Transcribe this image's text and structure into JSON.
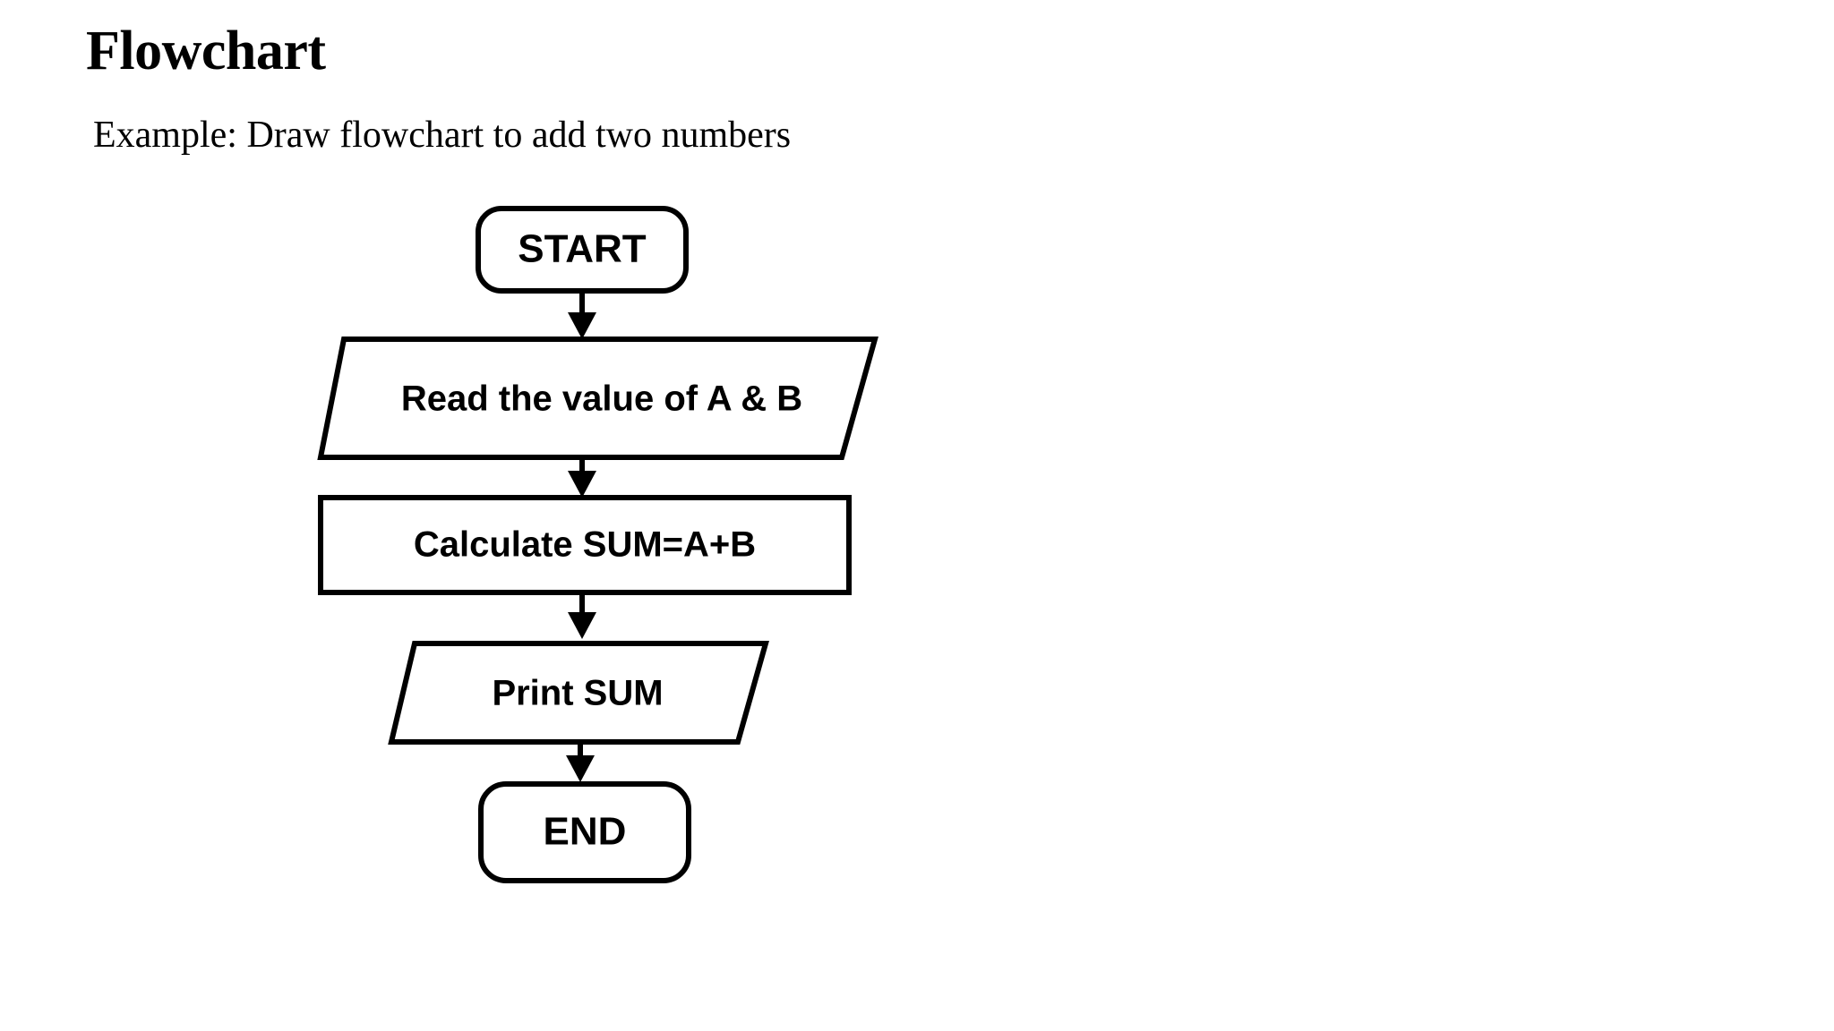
{
  "page": {
    "title": "Flowchart",
    "subtitle": "Example: Draw flowchart to add two numbers",
    "background_color": "#ffffff",
    "ink_color": "#000000"
  },
  "flowchart": {
    "nodes": [
      {
        "id": "start",
        "label": "START",
        "shape": "terminator",
        "font_size": 44
      },
      {
        "id": "read-input",
        "label": "Read the value of A & B",
        "shape": "parallelogram",
        "font_size": 40
      },
      {
        "id": "calculate-sum",
        "label": "Calculate SUM=A+B",
        "shape": "process",
        "font_size": 40
      },
      {
        "id": "print-sum",
        "label": "Print SUM",
        "shape": "parallelogram",
        "font_size": 40
      },
      {
        "id": "end",
        "label": "END",
        "shape": "terminator",
        "font_size": 44
      }
    ],
    "connectors": [
      {
        "id": "start-to-read",
        "from": "start",
        "to": "read-input",
        "type": "arrow-down"
      },
      {
        "id": "read-to-calculate",
        "from": "read-input",
        "to": "calculate-sum",
        "type": "arrow-down"
      },
      {
        "id": "calculate-to-print",
        "from": "calculate-sum",
        "to": "print-sum",
        "type": "arrow-down"
      },
      {
        "id": "print-to-end",
        "from": "print-sum",
        "to": "end",
        "type": "arrow-down"
      }
    ]
  }
}
